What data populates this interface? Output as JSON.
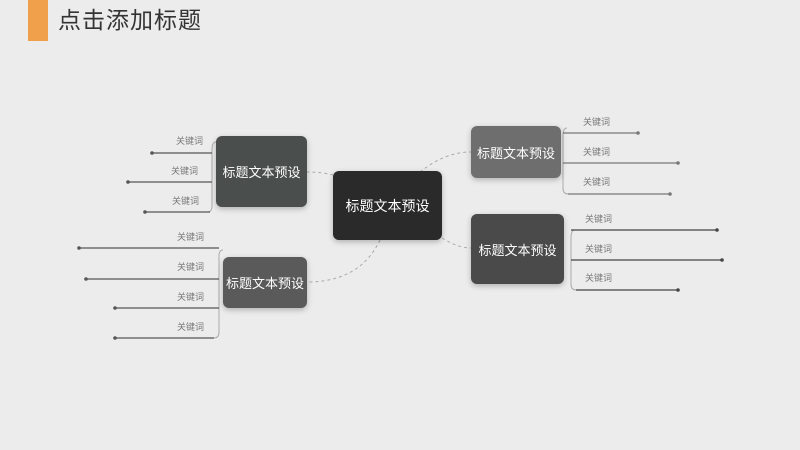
{
  "page": {
    "title": "点击添加标题"
  },
  "colors": {
    "accent": "#f0a04a",
    "center_node": "#2a2a2a",
    "branch_top_left": "#4a4f4e",
    "branch_bottom_left": "#5a5a5a",
    "branch_top_right": "#6e6e6e",
    "branch_bottom_right": "#4a4a4a",
    "line": "#555555"
  },
  "mindmap": {
    "center": {
      "label": "标题文本预设"
    },
    "branches": [
      {
        "id": "top-left",
        "label": "标题文本预设",
        "keywords": [
          "关键词",
          "关键词",
          "关键词"
        ]
      },
      {
        "id": "bottom-left",
        "label": "标题文本预设",
        "keywords": [
          "关键词",
          "关键词",
          "关键词",
          "关键词"
        ]
      },
      {
        "id": "top-right",
        "label": "标题文本预设",
        "keywords": [
          "关键词",
          "关键词",
          "关键词"
        ]
      },
      {
        "id": "bottom-right",
        "label": "标题文本预设",
        "keywords": [
          "关键词",
          "关键词",
          "关键词"
        ]
      }
    ]
  }
}
